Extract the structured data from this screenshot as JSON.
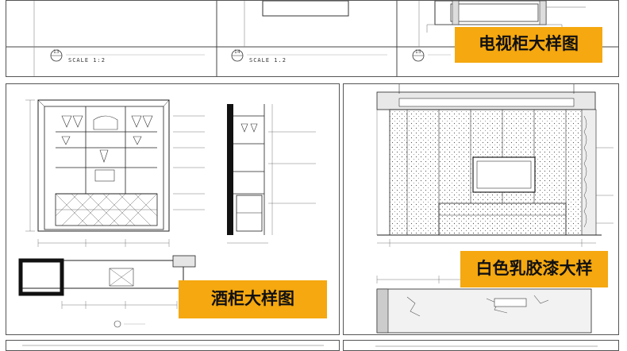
{
  "top_strip": {
    "cells": [
      {
        "number": "13",
        "scale_label": "SCALE 1:2"
      },
      {
        "number": "14",
        "scale_label": "SCALE 1.2"
      },
      {
        "number": "15",
        "scale_label": ""
      }
    ],
    "tag_label": "电视柜大样图"
  },
  "wine_cabinet_panel": {
    "tag_label": "酒柜大样图"
  },
  "wall_panel": {
    "tag_label": "白色乳胶漆大样"
  },
  "colors": {
    "tag_bg": "#f5a80f",
    "line": "#222222",
    "border": "#555555"
  }
}
